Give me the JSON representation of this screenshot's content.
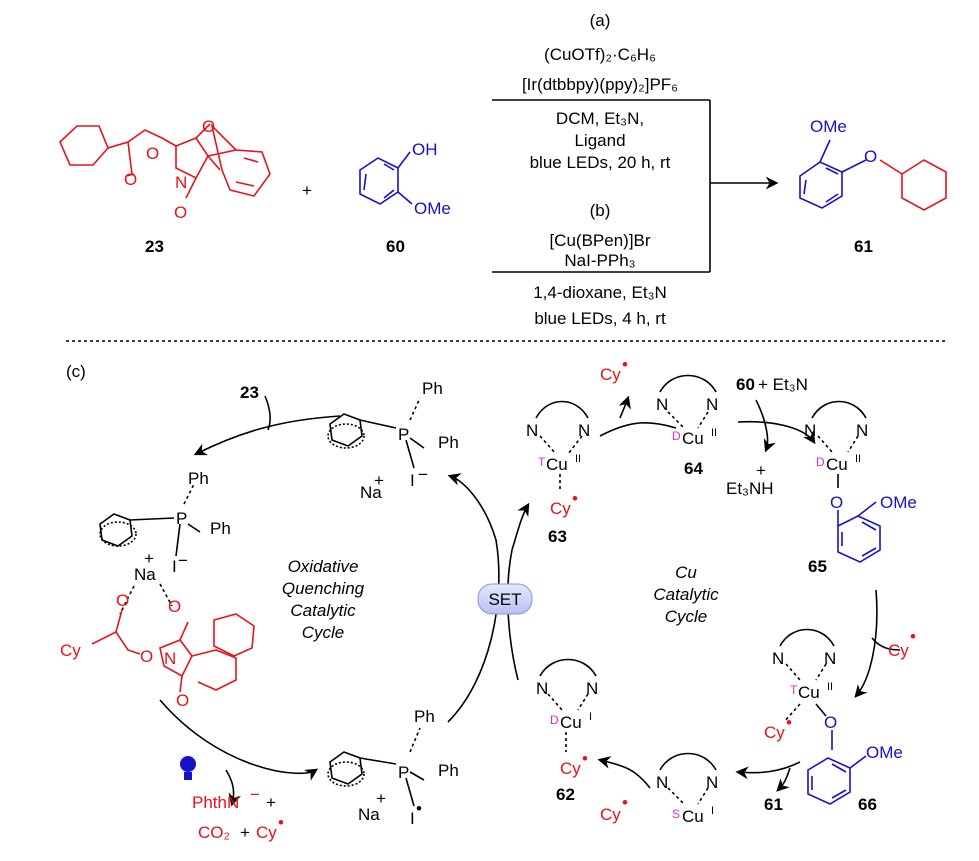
{
  "conditions": {
    "a_label": "(a)",
    "a_reagent1": "(CuOTf)₂·C₆H₆",
    "a_reagent2": "[Ir(dtbbpy)(ppy)₂]PF₆",
    "a_cond1": "DCM, Et₃N,",
    "a_cond2": "Ligand",
    "a_cond3": "blue LEDs, 20 h, rt",
    "b_label": "(b)",
    "b_reagent1": "[Cu(BPen)]Br",
    "b_reagent2": "NaI-PPh₃",
    "b_cond1": "1,4-dioxane, Et₃N",
    "b_cond2": "blue LEDs, 4 h, rt",
    "plus": "+"
  },
  "compounds": {
    "c23": "23",
    "c60": "60",
    "c61": "61",
    "c62": "62",
    "c63": "63",
    "c64": "64",
    "c65": "65",
    "c66": "66"
  },
  "atoms": {
    "O": "O",
    "N": "N",
    "OH": "OH",
    "OMe": "OMe",
    "P": "P",
    "Ph": "Ph",
    "Na": "Na",
    "I": "I",
    "Cy": "Cy",
    "Cu": "Cu",
    "CuII": "II",
    "CuI": "I",
    "T": "T",
    "D": "D",
    "S": "S",
    "minus": "−",
    "plus": "+",
    "rad": "•"
  },
  "panel_c": {
    "label": "(c)",
    "cycle_left_1": "Oxidative",
    "cycle_left_2": "Quenching",
    "cycle_left_3": "Catalytic",
    "cycle_left_4": "Cycle",
    "cycle_right_1": "Cu",
    "cycle_right_2": "Catalytic",
    "cycle_right_3": "Cycle",
    "set": "SET",
    "in_23": "23",
    "in_60": "60",
    "et3n": "+ Et₃N",
    "et3nh": "Et₃NH",
    "phthn": "PhthN",
    "co2": "CO₂",
    "plus": "+"
  },
  "colors": {
    "red": "#e8121b",
    "blue": "#1512c8",
    "magenta": "#e22ad9"
  }
}
